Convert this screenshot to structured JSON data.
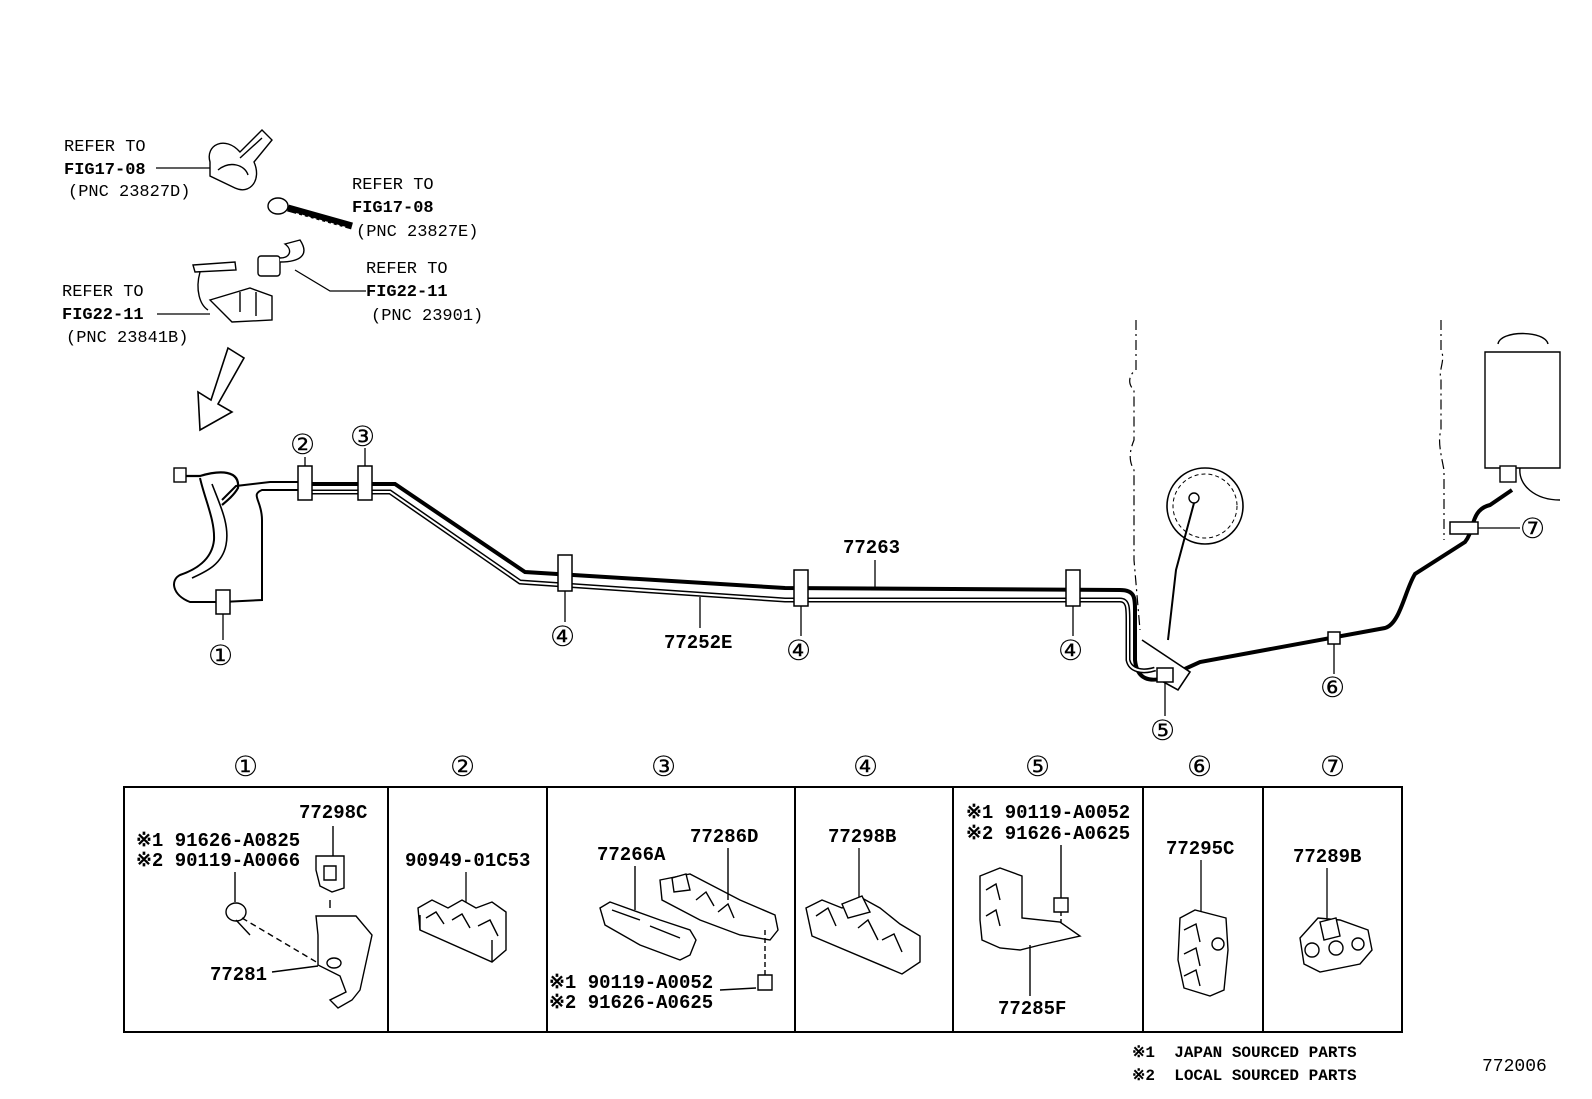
{
  "refs": [
    {
      "line1": "REFER TO",
      "line2": "FIG17-08",
      "line3": "(PNC 23827D)"
    },
    {
      "line1": "REFER TO",
      "line2": "FIG17-08",
      "line3": "(PNC 23827E)"
    },
    {
      "line1": "REFER TO",
      "line2": "FIG22-11",
      "line3": "(PNC 23901)"
    },
    {
      "line1": "REFER TO",
      "line2": "FIG22-11",
      "line3": "(PNC 23841B)"
    }
  ],
  "markers": {
    "m1": "①",
    "m2": "②",
    "m3": "③",
    "m4": "④",
    "m5": "⑤",
    "m6": "⑥",
    "m7": "⑦"
  },
  "lines": {
    "upper": "77263",
    "lower": "77252E"
  },
  "boxes": {
    "b1": {
      "head": "①",
      "p1": "77298C",
      "s1": "※1 91626-A0825",
      "s2": "※2 90119-A0066",
      "p2": "77281"
    },
    "b2": {
      "head": "②",
      "p1": "90949-01C53"
    },
    "b3": {
      "head": "③",
      "p1": "77266A",
      "p2": "77286D",
      "s1": "※1 90119-A0052",
      "s2": "※2 91626-A0625"
    },
    "b4": {
      "head": "④",
      "p1": "77298B"
    },
    "b5": {
      "head": "⑤",
      "s1": "※1 90119-A0052",
      "s2": "※2 91626-A0625",
      "p1": "77285F"
    },
    "b6": {
      "head": "⑥",
      "p1": "77295C"
    },
    "b7": {
      "head": "⑦",
      "p1": "77289B"
    }
  },
  "notes": {
    "n1": "※1  JAPAN SOURCED PARTS",
    "n2": "※2  LOCAL SOURCED PARTS"
  },
  "fig_id": "772006"
}
